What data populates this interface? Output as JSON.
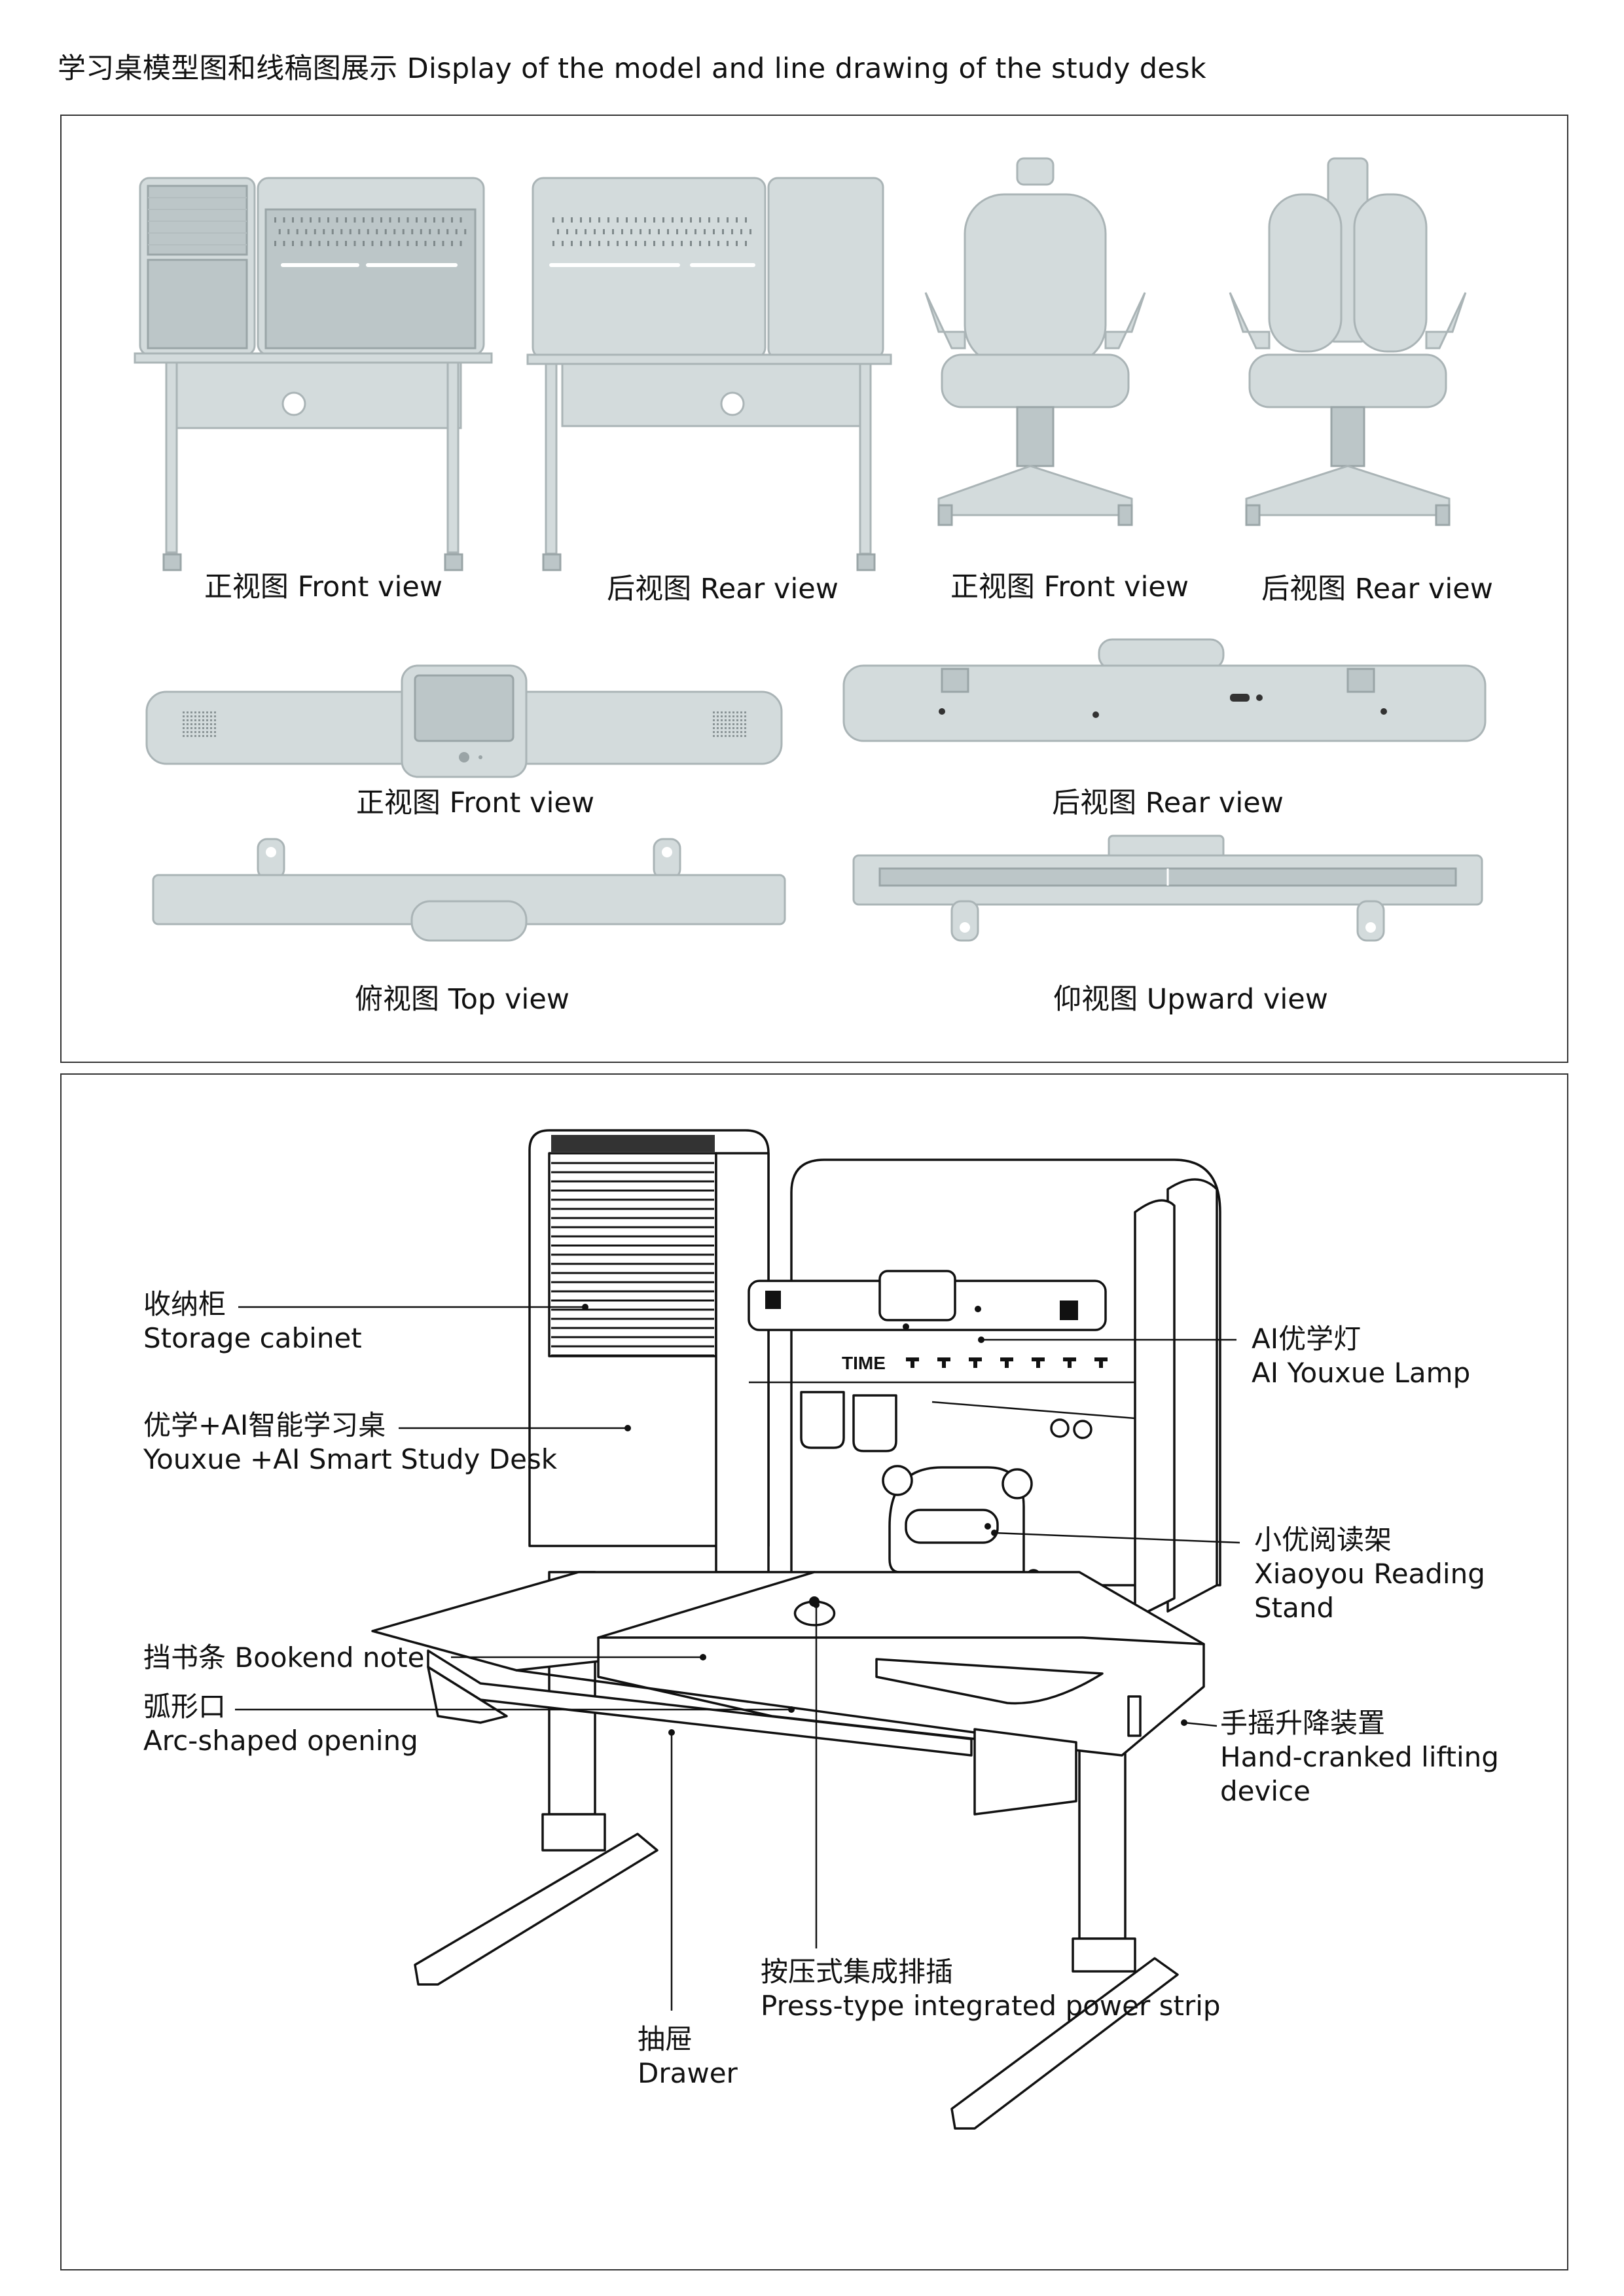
{
  "page_title": "学习桌模型图和线稿图展示 Display of the model and line drawing of the study desk",
  "model_views": {
    "desk_front": "正视图 Front view",
    "desk_rear": "后视图 Rear view",
    "chair_front": "正视图 Front view",
    "chair_rear": "后视图 Rear view",
    "lamp_front": "正视图 Front view",
    "lamp_rear": "后视图 Rear view",
    "lamp_top": "俯视图 Top view",
    "lamp_upward": "仰视图 Upward view"
  },
  "line_drawing": {
    "storage_cabinet": {
      "zh": "收纳柜",
      "en": "Storage cabinet"
    },
    "smart_desk": {
      "zh": "优学+AI智能学习桌",
      "en": "Youxue +AI Smart Study Desk"
    },
    "bookend": {
      "text": "挡书条 Bookend note"
    },
    "arc_opening": {
      "zh": "弧形口",
      "en": "Arc-shaped opening"
    },
    "drawer": {
      "zh": "抽屉",
      "en": "Drawer"
    },
    "power_strip": {
      "zh": "按压式集成排插",
      "en": "Press-type integrated power strip"
    },
    "crank": {
      "zh": "手摇升降装置",
      "en": "Hand-cranked lifting",
      "en2": "device"
    },
    "reading_stand": {
      "zh": "小优阅读架",
      "en": "Xiaoyou Reading",
      "en2": "Stand"
    },
    "lamp": {
      "zh": "AI优学灯",
      "en": "AI Youxue Lamp"
    },
    "lamp_text": "TIME"
  },
  "colors": {
    "model_fill": "#d3dbdc",
    "model_stroke": "#aab4b6",
    "frame": "#333333"
  }
}
